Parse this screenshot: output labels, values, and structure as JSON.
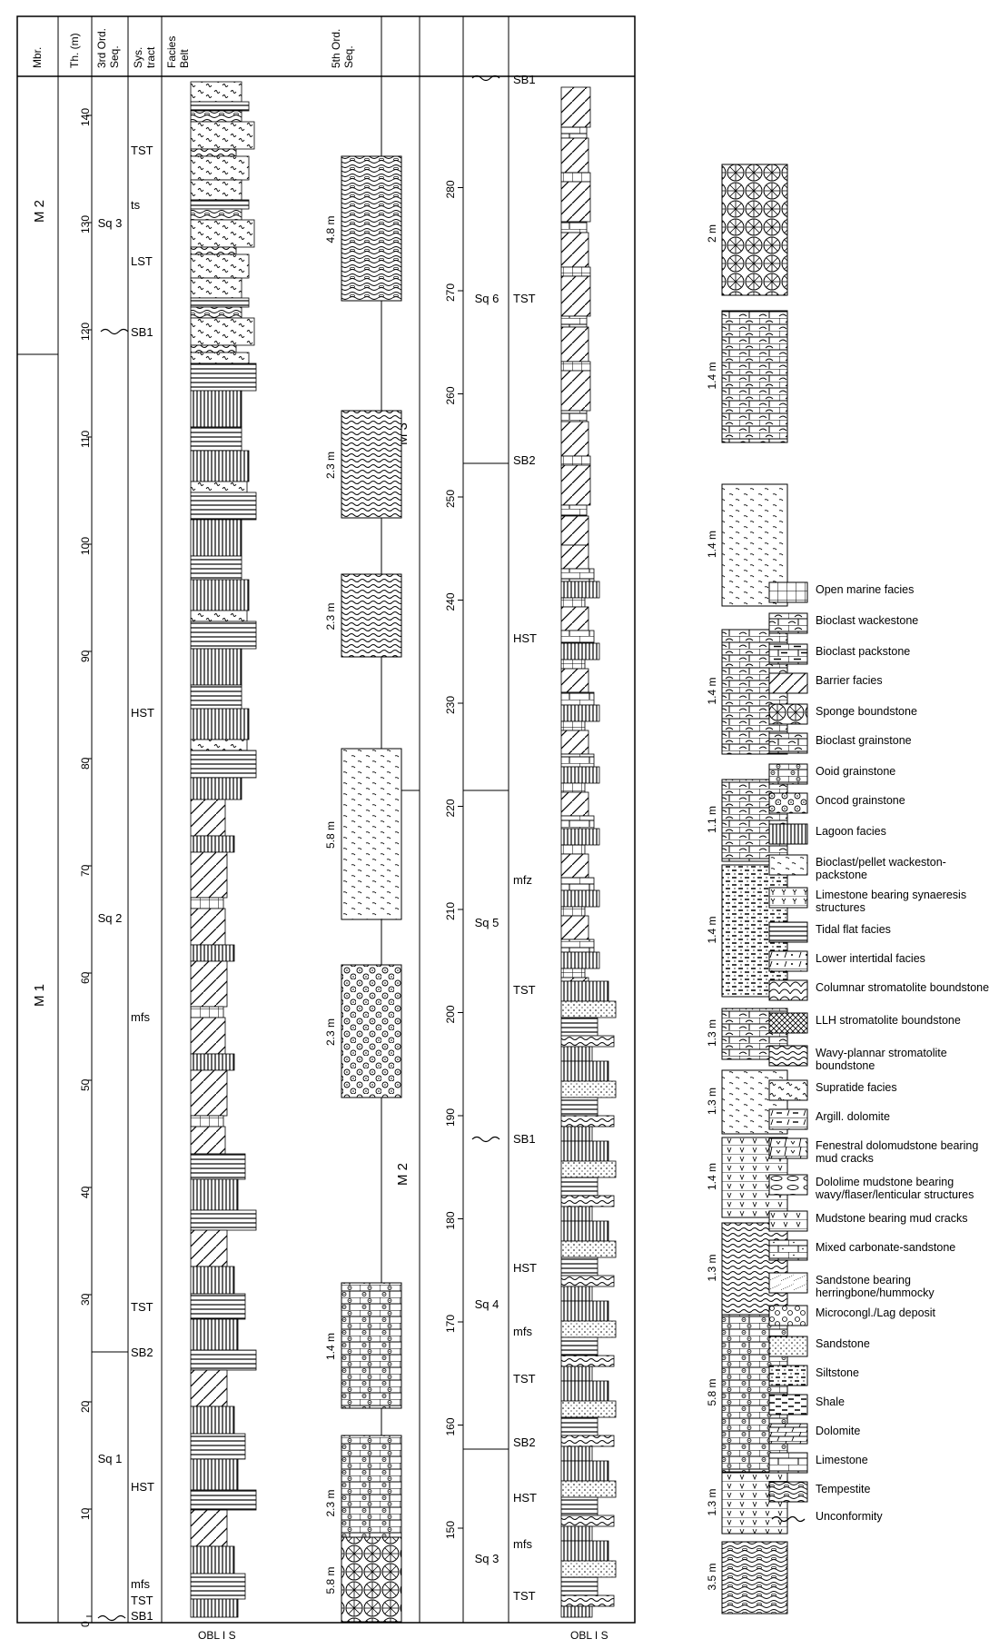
{
  "header": {
    "mbr": "Mbr.",
    "th": "Th. (m)",
    "ord3": "3rd Ord. Seq.",
    "sys": "Sys. tract",
    "facies": "Facies Belt",
    "ord5": "5th Ord. Seq."
  },
  "members": {
    "left_m2": "M 2",
    "left_m1": "M 1",
    "mid_m3": "M 3",
    "mid_m2": "M 2"
  },
  "scale": {
    "left_ticks": [
      "0",
      "10",
      "20",
      "30",
      "40",
      "50",
      "60",
      "70",
      "80",
      "90",
      "100",
      "110",
      "120",
      "130",
      "140"
    ],
    "right_ticks": [
      "150",
      "160",
      "170",
      "180",
      "190",
      "200",
      "210",
      "220",
      "230",
      "240",
      "250",
      "260",
      "270",
      "280"
    ]
  },
  "sequences": {
    "left": [
      "Sq 3",
      "Sq 2",
      "Sq 1"
    ],
    "right": [
      "Sq 6",
      "Sq 5",
      "Sq 4",
      "Sq 3"
    ]
  },
  "systems_tracts": {
    "left": [
      "TST",
      "ts",
      "LST",
      "SB1",
      "HST",
      "mfs",
      "TST",
      "SB2",
      "HST",
      "mfs",
      "TST",
      "SB1"
    ],
    "right": [
      "SB1",
      "TST",
      "SB2",
      "HST",
      "mfz",
      "TST",
      "SB1",
      "HST",
      "mfs",
      "TST",
      "SB2",
      "HST",
      "mfs",
      "TST"
    ]
  },
  "bottom_axis": {
    "left": "OBL I S",
    "right": "OBL I S"
  },
  "fifth_order": {
    "left": [
      "4.8 m",
      "2.3 m",
      "2.3 m",
      "5.8 m",
      "2.3 m",
      "1.4 m",
      "2.3 m",
      "5.8 m"
    ],
    "right": [
      "2 m",
      "1.4 m",
      "1.4 m",
      "1.4 m",
      "1.1 m",
      "1.4 m",
      "1.3 m",
      "1.3 m",
      "1.4 m",
      "1.3 m",
      "5.8 m",
      "1.3 m",
      "3.5 m"
    ]
  },
  "legend": [
    {
      "label": "Open marine facies",
      "icon": "grid-pattern-icon"
    },
    {
      "label": "Bioclast wackestone",
      "icon": "brick-arc-pattern-icon"
    },
    {
      "label": "Bioclast packstone",
      "icon": "brick-dash-pattern-icon"
    },
    {
      "label": "Barrier facies",
      "icon": "diagonal-hatch-icon"
    },
    {
      "label": "Sponge boundstone",
      "icon": "sponge-pattern-icon"
    },
    {
      "label": "Bioclast grainstone",
      "icon": "brick-arc2-pattern-icon"
    },
    {
      "label": "Ooid grainstone",
      "icon": "brick-dot-pattern-icon"
    },
    {
      "label": "Oncod grainstone",
      "icon": "oncoid-pattern-icon"
    },
    {
      "label": "Lagoon facies",
      "icon": "vertical-lines-icon"
    },
    {
      "label": "Bioclast/pellet wackeston-packstone",
      "icon": "tick-pattern-icon"
    },
    {
      "label": "Limestone bearing synaeresis structures",
      "icon": "y-pattern-icon"
    },
    {
      "label": "Tidal flat facies",
      "icon": "horizontal-lines-icon"
    },
    {
      "label": "Lower intertidal facies",
      "icon": "slash-dot-pattern-icon"
    },
    {
      "label": "Columnar stromatolite boundstone",
      "icon": "scallop-pattern-icon"
    },
    {
      "label": "LLH stromatolite boundstone",
      "icon": "cross-hatch-icon"
    },
    {
      "label": "Wavy-plannar stromatolite boundstone",
      "icon": "wavy-lines-icon"
    },
    {
      "label": "Supratide facies",
      "icon": "squiggle-pattern-icon"
    },
    {
      "label": "Argill. dolomite",
      "icon": "dolomite-dash-icon"
    },
    {
      "label": "Fenestral dolomudstone bearing mud cracks",
      "icon": "fenestral-pattern-icon"
    },
    {
      "label": "Dololime mudstone bearing wavy/flaser/lenticular structures",
      "icon": "lenticular-pattern-icon"
    },
    {
      "label": "Mudstone bearing mud cracks",
      "icon": "v-pattern-icon"
    },
    {
      "label": "Mixed carbonate-sandstone",
      "icon": "brick-dots-pattern-icon"
    },
    {
      "label": "Sandstone bearing herringbone/hummocky",
      "icon": "herringbone-pattern-icon"
    },
    {
      "label": "Microcongl./Lag deposit",
      "icon": "circle-pattern-icon"
    },
    {
      "label": "Sandstone",
      "icon": "dot-pattern-icon"
    },
    {
      "label": "Siltstone",
      "icon": "dash-dot-pattern-icon"
    },
    {
      "label": "Shale",
      "icon": "dash-pattern-icon"
    },
    {
      "label": "Dolomite",
      "icon": "dolomite-pattern-icon"
    },
    {
      "label": "Limestone",
      "icon": "brick-pattern-icon"
    },
    {
      "label": "Tempestite",
      "icon": "tempestite-pattern-icon"
    },
    {
      "label": "Unconformity",
      "icon": "wavy-line-icon"
    }
  ]
}
